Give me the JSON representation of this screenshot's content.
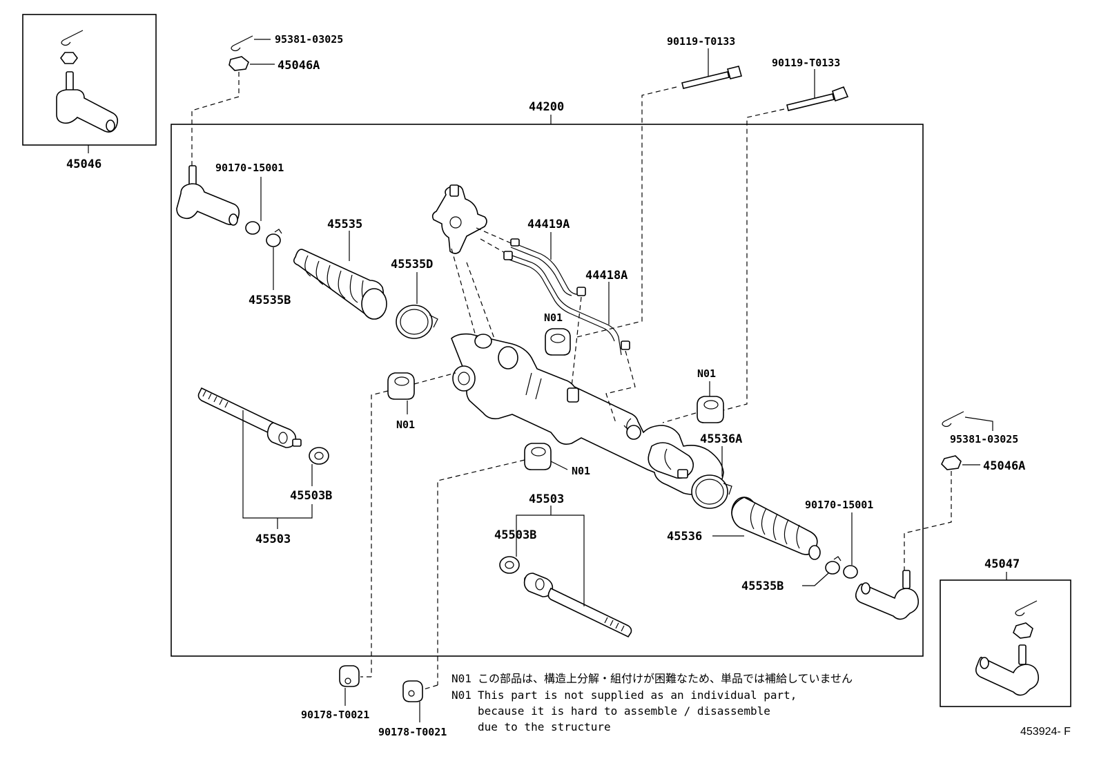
{
  "labels": {
    "tie_rod_end_left_assy": "45046",
    "tie_rod_end_right_assy": "45047",
    "steering_gear_assy": "44200",
    "cotter_pin_top": "95381-03025",
    "cotter_pin_right": "95381-03025",
    "nut_top": "45046A",
    "nut_right": "45046A",
    "bolt_1": "90119-T0133",
    "bolt_2": "90119-T0133",
    "ring_left": "90170-15001",
    "ring_right": "90170-15001",
    "boot_left": "45535",
    "boot_right": "45536",
    "clip_left_small": "45535B",
    "clip_right_small": "45535B",
    "clamp_left": "45535D",
    "clamp_right": "45536A",
    "tube_a": "44419A",
    "tube_b": "44418A",
    "bushing_1": "N01",
    "bushing_2": "N01",
    "bushing_3": "N01",
    "bushing_4": "N01",
    "tie_rod_left": "45503",
    "tie_rod_right": "45503",
    "washer_left": "45503B",
    "washer_right": "45503B",
    "nut_bottom_1": "90178-T0021",
    "nut_bottom_2": "90178-T0021",
    "diagram_code": "453924- F"
  },
  "notes": {
    "jp_tag": "N01",
    "jp_text": "この部品は、構造上分解・組付けが困難なため、単品では補給していません",
    "en_tag": "N01",
    "en_line1": "This part is not supplied as an individual part,",
    "en_line2": "because it is hard to assemble / disassemble",
    "en_line3": "due to the structure"
  }
}
